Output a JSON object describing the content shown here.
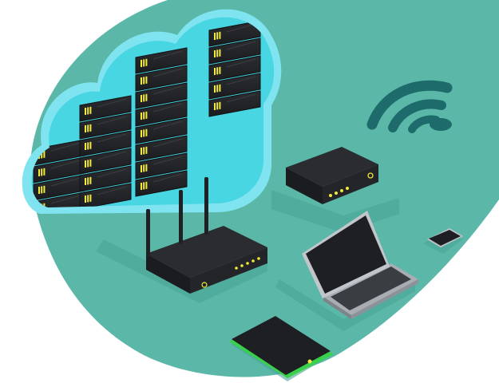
{
  "illustration": {
    "background_color": "#ffffff",
    "blob_color": "#5bb8a9",
    "shadow_color": "#4aa596",
    "cloud_glow_color": "#7fe4ef",
    "device_color": "#1f2124",
    "device_top_color": "#2a2c30",
    "wifi_color": "#1d6b6b",
    "led_color": "#f2ea3a",
    "tablet_edge_color": "#39d14a",
    "laptop_body_color": "#a9adb3",
    "server_count": 4,
    "router_antennas": 3,
    "wifi_arcs": 3,
    "elements": [
      "server-cloud-icon",
      "wifi-icon",
      "modem-icon",
      "wireless-router-icon",
      "laptop-icon",
      "tablet-icon",
      "smartphone-icon"
    ]
  }
}
